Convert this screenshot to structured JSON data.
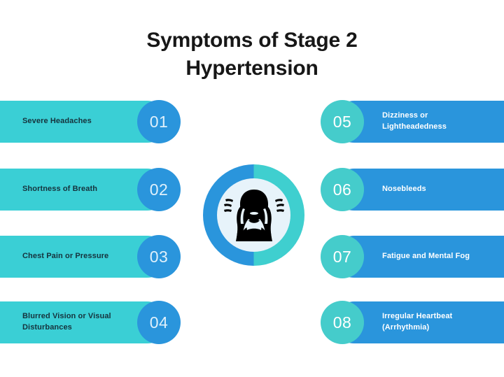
{
  "title": {
    "line1": "Symptoms of Stage 2",
    "line2": "Hypertension"
  },
  "colors": {
    "turquoise_bar": "#3ACFD5",
    "blue_bar": "#2A95DC",
    "blue_circle": "#2A95DC",
    "teal_circle": "#45CCCB",
    "ring_left": "#2A95DC",
    "ring_right": "#3FCFCF",
    "ring_inner": "#E7F3FA",
    "title_text": "#171717",
    "left_label_text": "#16333d",
    "right_label_text": "#FFFFFF",
    "background": "#FFFFFF"
  },
  "left_column": [
    {
      "number": "01",
      "label": "Severe Headaches"
    },
    {
      "number": "02",
      "label": "Shortness of Breath"
    },
    {
      "number": "03",
      "label": "Chest Pain or Pressure"
    },
    {
      "number": "04",
      "label": "Blurred Vision or Visual Disturbances"
    }
  ],
  "right_column": [
    {
      "number": "05",
      "label": "Dizziness or Lightheadedness"
    },
    {
      "number": "06",
      "label": "Nosebleeds"
    },
    {
      "number": "07",
      "label": "Fatigue and Mental Fog"
    },
    {
      "number": "08",
      "label": "Irregular Heartbeat (Arrhythmia)"
    }
  ],
  "center_emblem": {
    "icon_name": "headache-person-icon",
    "description": "Silhouette of a person holding their head with pain lines"
  }
}
